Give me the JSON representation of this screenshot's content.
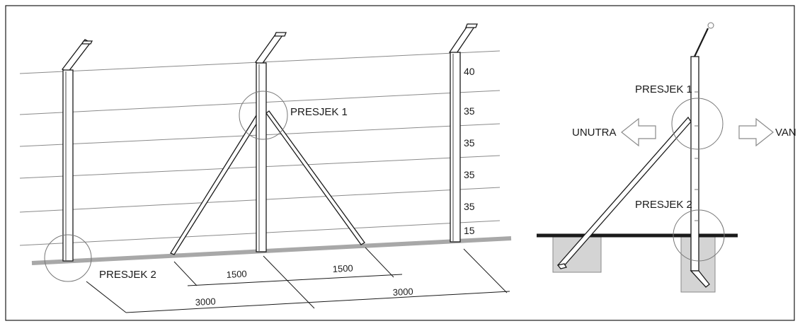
{
  "front_view": {
    "section_1_label": "PRESJEK 1",
    "section_2_label": "PRESJEK 2",
    "wire_spacings": [
      "40",
      "35",
      "35",
      "35",
      "35",
      "15"
    ],
    "dim_left_half": "1500",
    "dim_right_half": "1500",
    "dim_left_bay": "3000",
    "dim_right_bay": "3000"
  },
  "side_view": {
    "section_1_label": "PRESJEK 1",
    "section_2_label": "PRESJEK 2",
    "inside_label": "UNUTRA",
    "outside_label": "VAN"
  },
  "colors": {
    "ground": "#a8a8a8",
    "concrete": "#d4d4d4",
    "wire": "#8a8a8a",
    "ink": "#1a1a1a"
  }
}
